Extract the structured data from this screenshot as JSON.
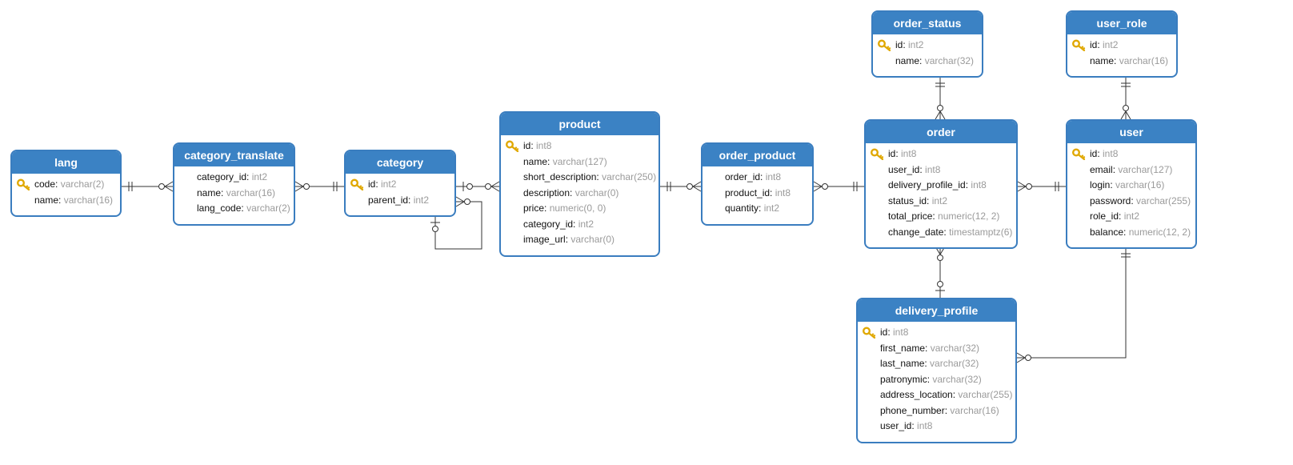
{
  "colors": {
    "header": "#3b82c4",
    "border": "#3a7dbf",
    "field_name": "#111111",
    "field_type": "#9a9a9a",
    "connector": "#333333",
    "key": "#e0a800"
  },
  "icons": {
    "primary_key": "key-icon"
  },
  "tables": [
    {
      "id": "lang",
      "name": "lang",
      "fields": [
        {
          "name": "code",
          "type": "varchar(2)",
          "pk": true
        },
        {
          "name": "name",
          "type": "varchar(16)"
        }
      ]
    },
    {
      "id": "category_translate",
      "name": "category_translate",
      "fields": [
        {
          "name": "category_id",
          "type": "int2"
        },
        {
          "name": "name",
          "type": "varchar(16)"
        },
        {
          "name": "lang_code",
          "type": "varchar(2)"
        }
      ]
    },
    {
      "id": "category",
      "name": "category",
      "fields": [
        {
          "name": "id",
          "type": "int2",
          "pk": true
        },
        {
          "name": "parent_id",
          "type": "int2"
        }
      ]
    },
    {
      "id": "product",
      "name": "product",
      "fields": [
        {
          "name": "id",
          "type": "int8",
          "pk": true
        },
        {
          "name": "name",
          "type": "varchar(127)"
        },
        {
          "name": "short_description",
          "type": "varchar(250)"
        },
        {
          "name": "description",
          "type": "varchar(0)"
        },
        {
          "name": "price",
          "type": "numeric(0, 0)"
        },
        {
          "name": "category_id",
          "type": "int2"
        },
        {
          "name": "image_url",
          "type": "varchar(0)"
        }
      ]
    },
    {
      "id": "order_product",
      "name": "order_product",
      "fields": [
        {
          "name": "order_id",
          "type": "int8"
        },
        {
          "name": "product_id",
          "type": "int8"
        },
        {
          "name": "quantity",
          "type": "int2"
        }
      ]
    },
    {
      "id": "order_status",
      "name": "order_status",
      "fields": [
        {
          "name": "id",
          "type": "int2",
          "pk": true
        },
        {
          "name": "name",
          "type": "varchar(32)"
        }
      ]
    },
    {
      "id": "order",
      "name": "order",
      "fields": [
        {
          "name": "id",
          "type": "int8",
          "pk": true
        },
        {
          "name": "user_id",
          "type": "int8"
        },
        {
          "name": "delivery_profile_id",
          "type": "int8"
        },
        {
          "name": "status_id",
          "type": "int2"
        },
        {
          "name": "total_price",
          "type": "numeric(12, 2)"
        },
        {
          "name": "change_date",
          "type": "timestamptz(6)"
        }
      ]
    },
    {
      "id": "user_role",
      "name": "user_role",
      "fields": [
        {
          "name": "id",
          "type": "int2",
          "pk": true
        },
        {
          "name": "name",
          "type": "varchar(16)"
        }
      ]
    },
    {
      "id": "user",
      "name": "user",
      "fields": [
        {
          "name": "id",
          "type": "int8",
          "pk": true
        },
        {
          "name": "email",
          "type": "varchar(127)"
        },
        {
          "name": "login",
          "type": "varchar(16)"
        },
        {
          "name": "password",
          "type": "varchar(255)"
        },
        {
          "name": "role_id",
          "type": "int2"
        },
        {
          "name": "balance",
          "type": "numeric(12, 2)"
        }
      ]
    },
    {
      "id": "delivery_profile",
      "name": "delivery_profile",
      "fields": [
        {
          "name": "id",
          "type": "int8",
          "pk": true
        },
        {
          "name": "first_name",
          "type": "varchar(32)"
        },
        {
          "name": "last_name",
          "type": "varchar(32)"
        },
        {
          "name": "patronymic",
          "type": "varchar(32)"
        },
        {
          "name": "address_location",
          "type": "varchar(255)"
        },
        {
          "name": "phone_number",
          "type": "varchar(16)"
        },
        {
          "name": "user_id",
          "type": "int8"
        }
      ]
    }
  ],
  "relationships": [
    {
      "from": "lang",
      "from_card": "one-mandatory",
      "to": "category_translate",
      "to_card": "many-optional"
    },
    {
      "from": "category_translate",
      "from_card": "many-optional",
      "to": "category",
      "to_card": "one-mandatory"
    },
    {
      "from": "category",
      "from_card": "one-optional",
      "to": "product",
      "to_card": "many-optional"
    },
    {
      "from": "category",
      "from_card": "one-optional",
      "to": "category",
      "to_card": "many-optional"
    },
    {
      "from": "product",
      "from_card": "one-mandatory",
      "to": "order_product",
      "to_card": "many-optional"
    },
    {
      "from": "order_product",
      "from_card": "many-optional",
      "to": "order",
      "to_card": "one-mandatory"
    },
    {
      "from": "order_status",
      "from_card": "one-mandatory",
      "to": "order",
      "to_card": "many-optional"
    },
    {
      "from": "order",
      "from_card": "many-optional",
      "to": "user",
      "to_card": "one-mandatory"
    },
    {
      "from": "user_role",
      "from_card": "one-mandatory",
      "to": "user",
      "to_card": "many-optional"
    },
    {
      "from": "order",
      "from_card": "many-optional",
      "to": "delivery_profile",
      "to_card": "one-optional"
    },
    {
      "from": "user",
      "from_card": "one-mandatory",
      "to": "delivery_profile",
      "to_card": "many-optional"
    }
  ]
}
